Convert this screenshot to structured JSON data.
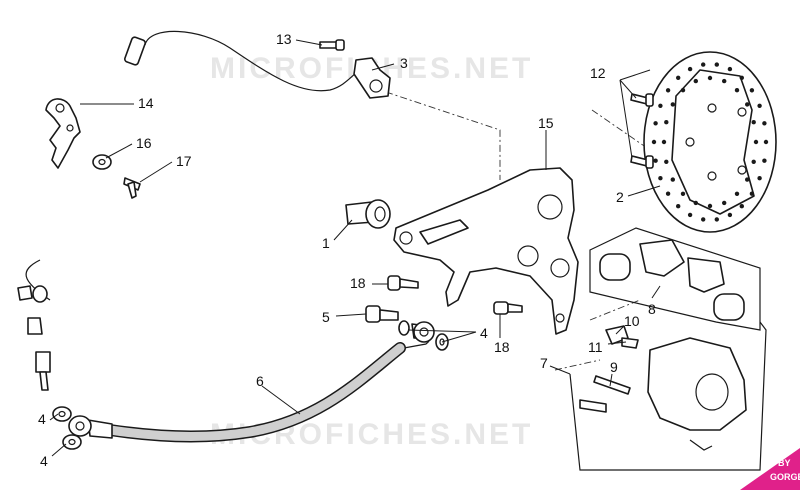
{
  "watermark": "MICROFICHES.NET",
  "badge": {
    "line1": "BY",
    "line2": "GORGE",
    "color": "#e0218a"
  },
  "callouts": {
    "c1": "1",
    "c2": "2",
    "c3": "3",
    "c4a": "4",
    "c4b": "4",
    "c4c": "4",
    "c5": "5",
    "c6": "6",
    "c7": "7",
    "c8": "8",
    "c9": "9",
    "c10": "10",
    "c11": "11",
    "c12": "12",
    "c13": "13",
    "c14": "14",
    "c15": "15",
    "c16": "16",
    "c17": "17",
    "c18a": "18",
    "c18b": "18"
  }
}
